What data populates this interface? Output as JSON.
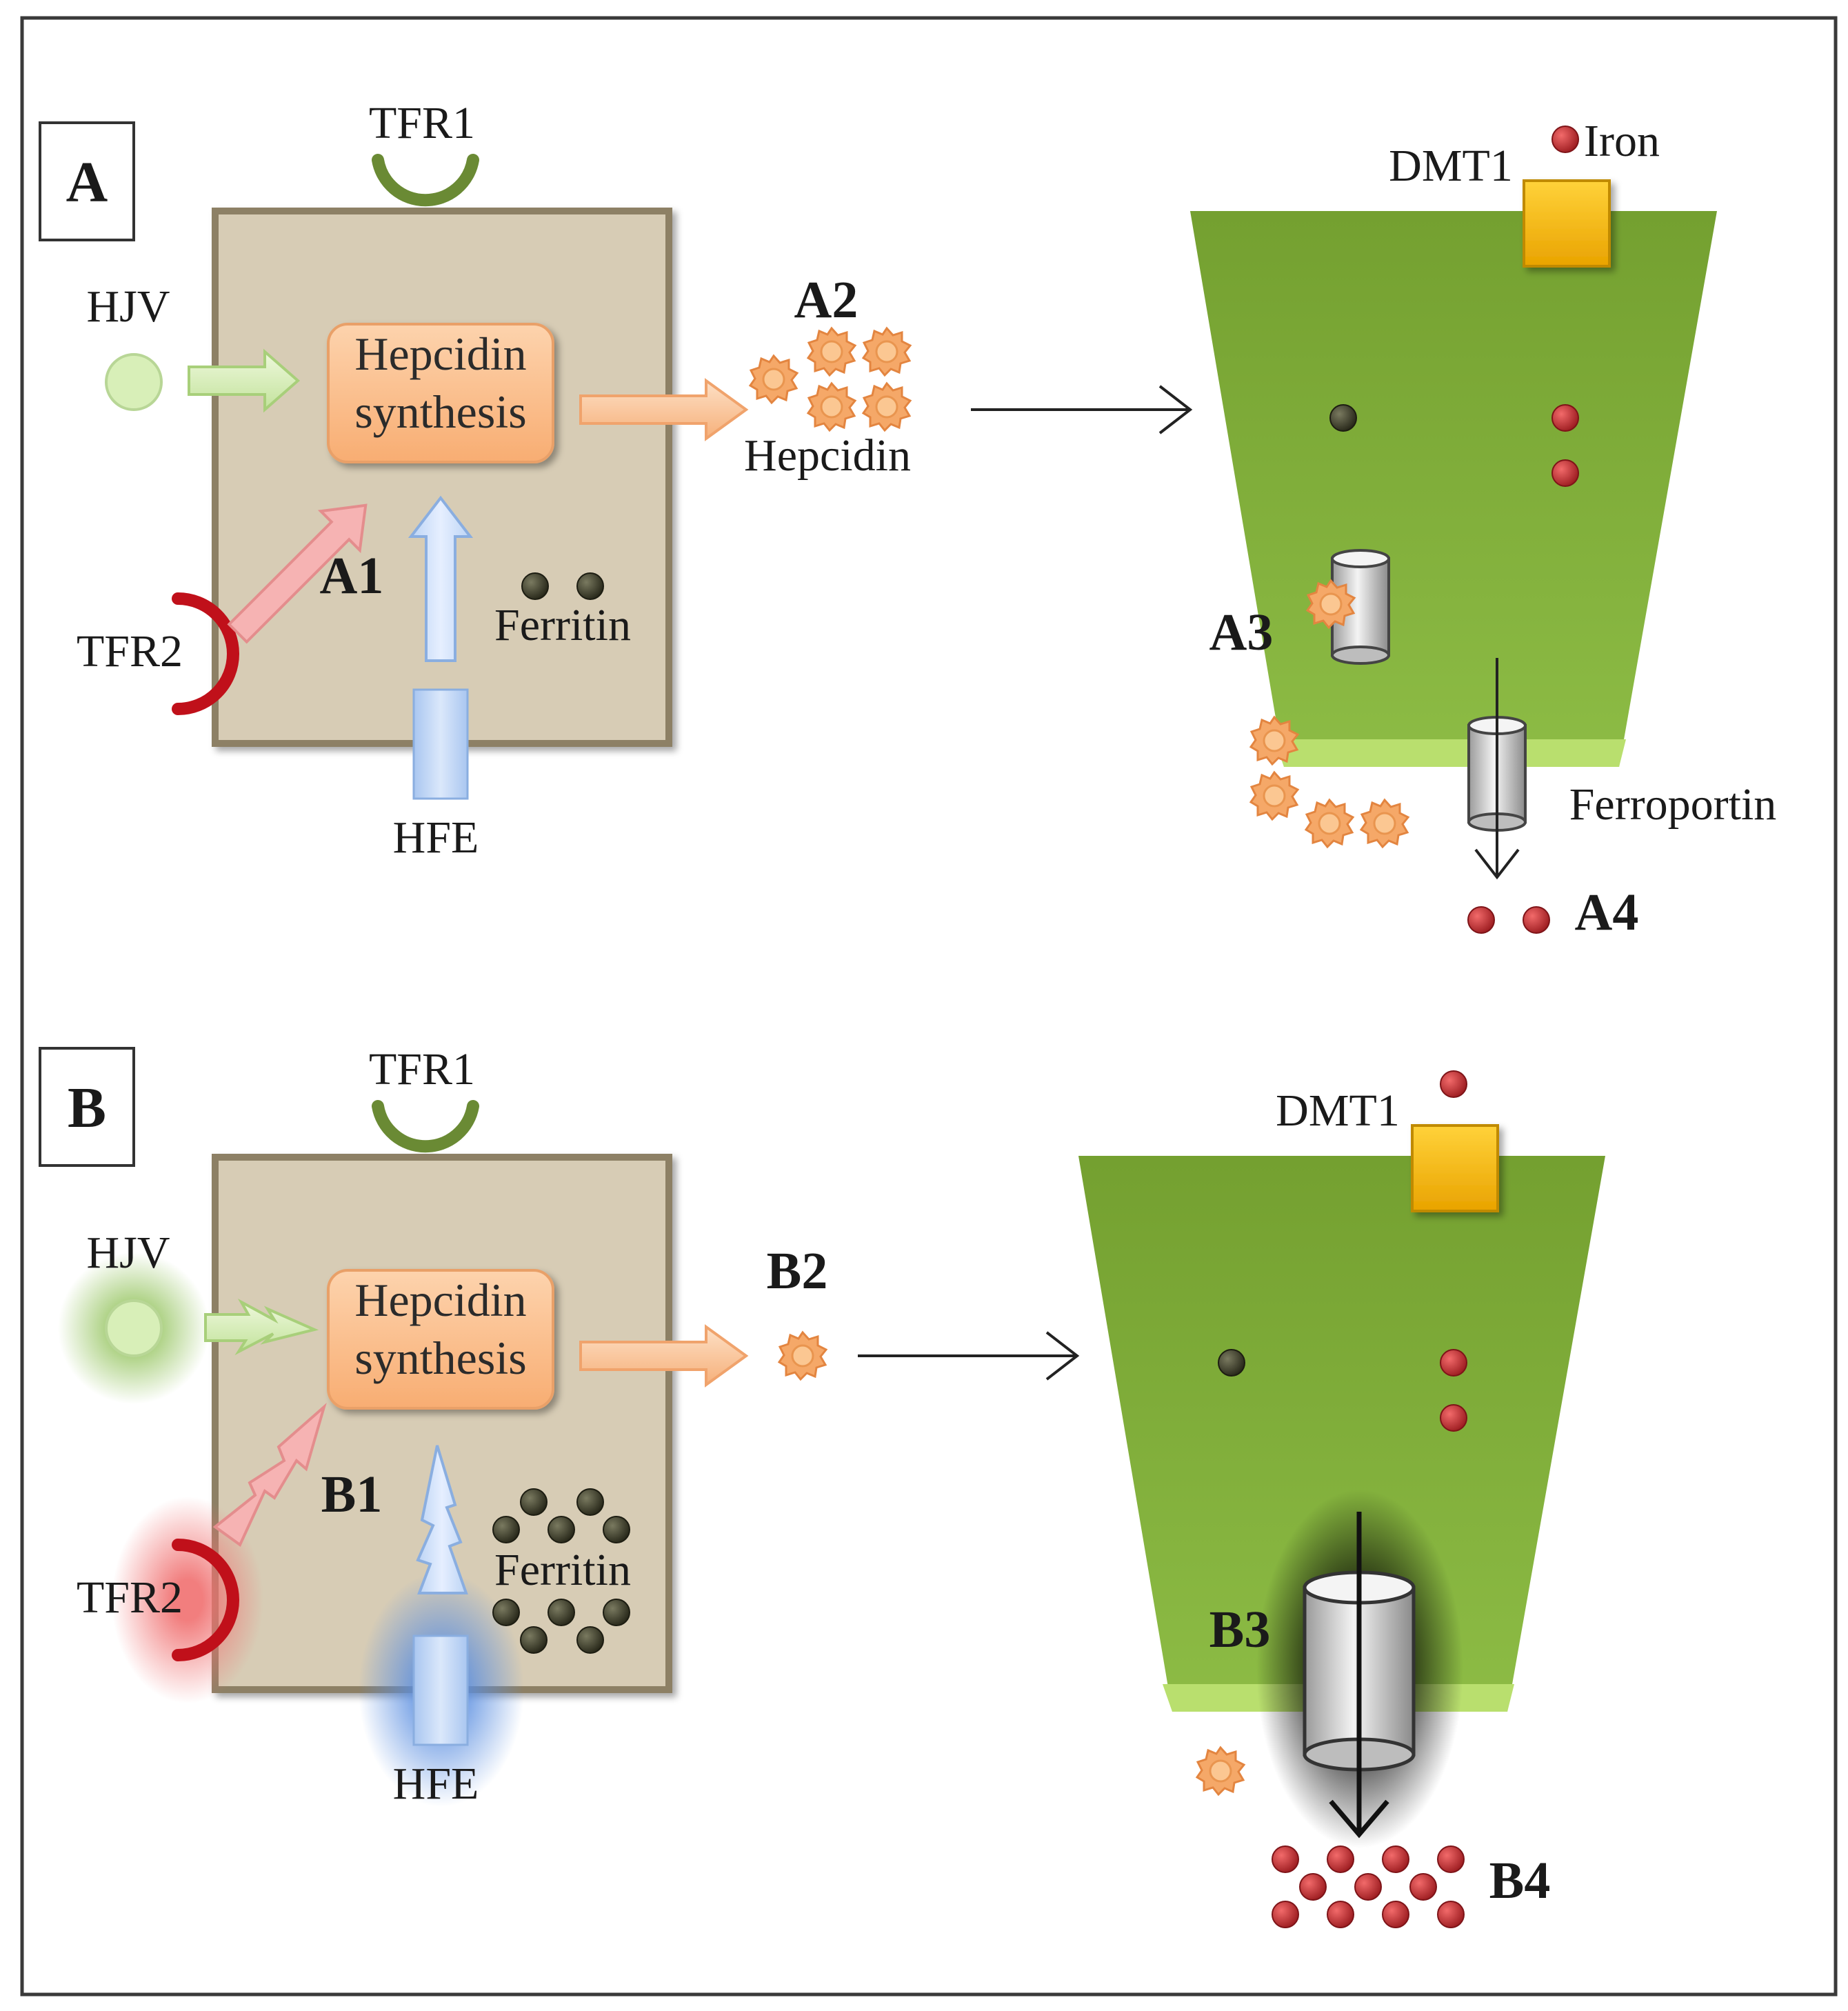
{
  "panels": [
    {
      "id": "A",
      "label": "A",
      "receptors": {
        "tfr1": "TFR1",
        "tfr2": "TFR2",
        "hjv": "HJV",
        "hfe": "HFE"
      },
      "synthesis": [
        "Hepcidin",
        "synthesis"
      ],
      "ferritin": "Ferritin",
      "step1": "A1",
      "step2": "A2",
      "hepcidin": "Hepcidin",
      "dmt1": "DMT1",
      "iron": "Iron",
      "step3": "A3",
      "ferroportin": "Ferroportin",
      "step4": "A4"
    },
    {
      "id": "B",
      "label": "B",
      "receptors": {
        "tfr1": "TFR1",
        "tfr2": "TFR2",
        "hjv": "HJV",
        "hfe": "HFE"
      },
      "synthesis": [
        "Hepcidin",
        "synthesis"
      ],
      "ferritin": "Ferritin",
      "step1": "B1",
      "step2": "B2",
      "dmt1": "DMT1",
      "step3": "B3",
      "step4": "B4"
    }
  ],
  "colors": {
    "hepatocyte": "#d7ccb5",
    "enterocyte": "#7aa638",
    "synthesis_box": "#fbc08f",
    "dmt1": "#f6b800",
    "iron": "#c0272d",
    "ferritin": "#3a3a2a",
    "hepcidin": "#f3a56a",
    "tfr1": "#6a8a34",
    "tfr2": "#c0101a",
    "hjv": "#d8efb8",
    "hfe": "#bcd4f5"
  },
  "icons": [
    "hepcidin-star-icon",
    "iron-dot-icon",
    "ferritin-dot-icon",
    "ferroportin-cylinder-icon",
    "dmt1-box-icon"
  ]
}
